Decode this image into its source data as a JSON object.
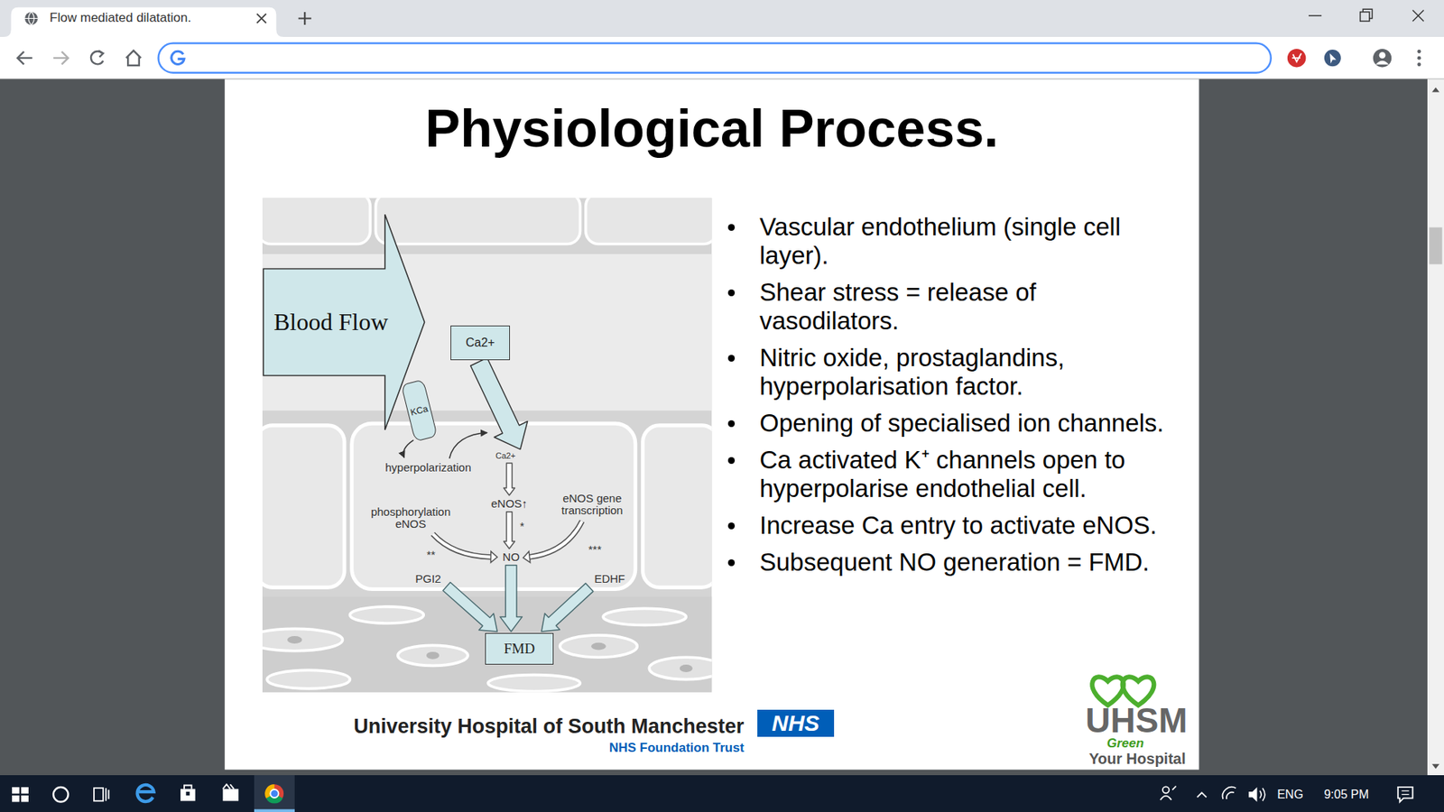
{
  "diagram": {
    "title": "Physiological Process.",
    "nodes": [
      {
        "text": [
          "Blood Flow"
        ]
      },
      {
        "text": [
          "KCa"
        ]
      },
      {
        "text": [
          "Ca2+"
        ]
      },
      {
        "text": [
          "FMD"
        ]
      },
      {
        "text": [
          "NHS"
        ]
      }
    ],
    "labels": [
      "Flow mediated dilatation.",
      "hyperpolarization",
      "Ca2+",
      "phosphorylation eNOS",
      "eNOS↑",
      "eNOS gene transcription",
      "*",
      "**",
      "***",
      "NO",
      "PGI2",
      "EDHF",
      "Vascular endothelium (single cell layer).",
      "Shear stress = release of vasodilators.",
      "Nitric oxide, prostaglandins, hyperpolarisation factor.",
      "Opening of specialised ion channels.",
      "Ca activated K⁺ channels open to hyperpolarise endothelial cell.",
      "Increase Ca entry to activate eNOS.",
      "Subsequent NO generation = FMD.",
      "University Hospital of South Manchester",
      "NHS Foundation Trust",
      "UHSM",
      "Green",
      "Your Hospital",
      "ENG",
      "9:05 PM"
    ]
  }
}
